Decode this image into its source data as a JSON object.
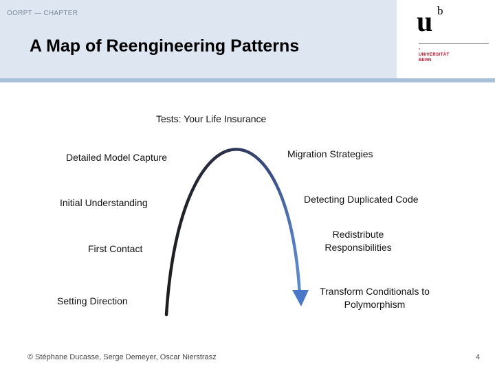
{
  "header": {
    "breadcrumb": "OORPT — CHAPTER",
    "title": "A Map of Reengineering Patterns"
  },
  "logo": {
    "glyph_u": "u",
    "glyph_b": "b",
    "line1": "UNIVERSITÄT",
    "line2": "BERN",
    "accent_color": "#c7001a"
  },
  "diagram": {
    "top_label": "Tests: Your Life Insurance",
    "left_labels": [
      "Detailed Model Capture",
      "Initial Understanding",
      "First Contact",
      "Setting Direction"
    ],
    "right_labels": [
      "Migration Strategies",
      "Detecting Duplicated Code",
      "Redistribute\nResponsibilities",
      "Transform Conditionals to\nPolymorphism"
    ],
    "arrow_color": "#4a78c8"
  },
  "footer": {
    "copyright": "© Stéphane Ducasse, Serge Demeyer, Oscar Nierstrasz",
    "page_number": "4"
  }
}
